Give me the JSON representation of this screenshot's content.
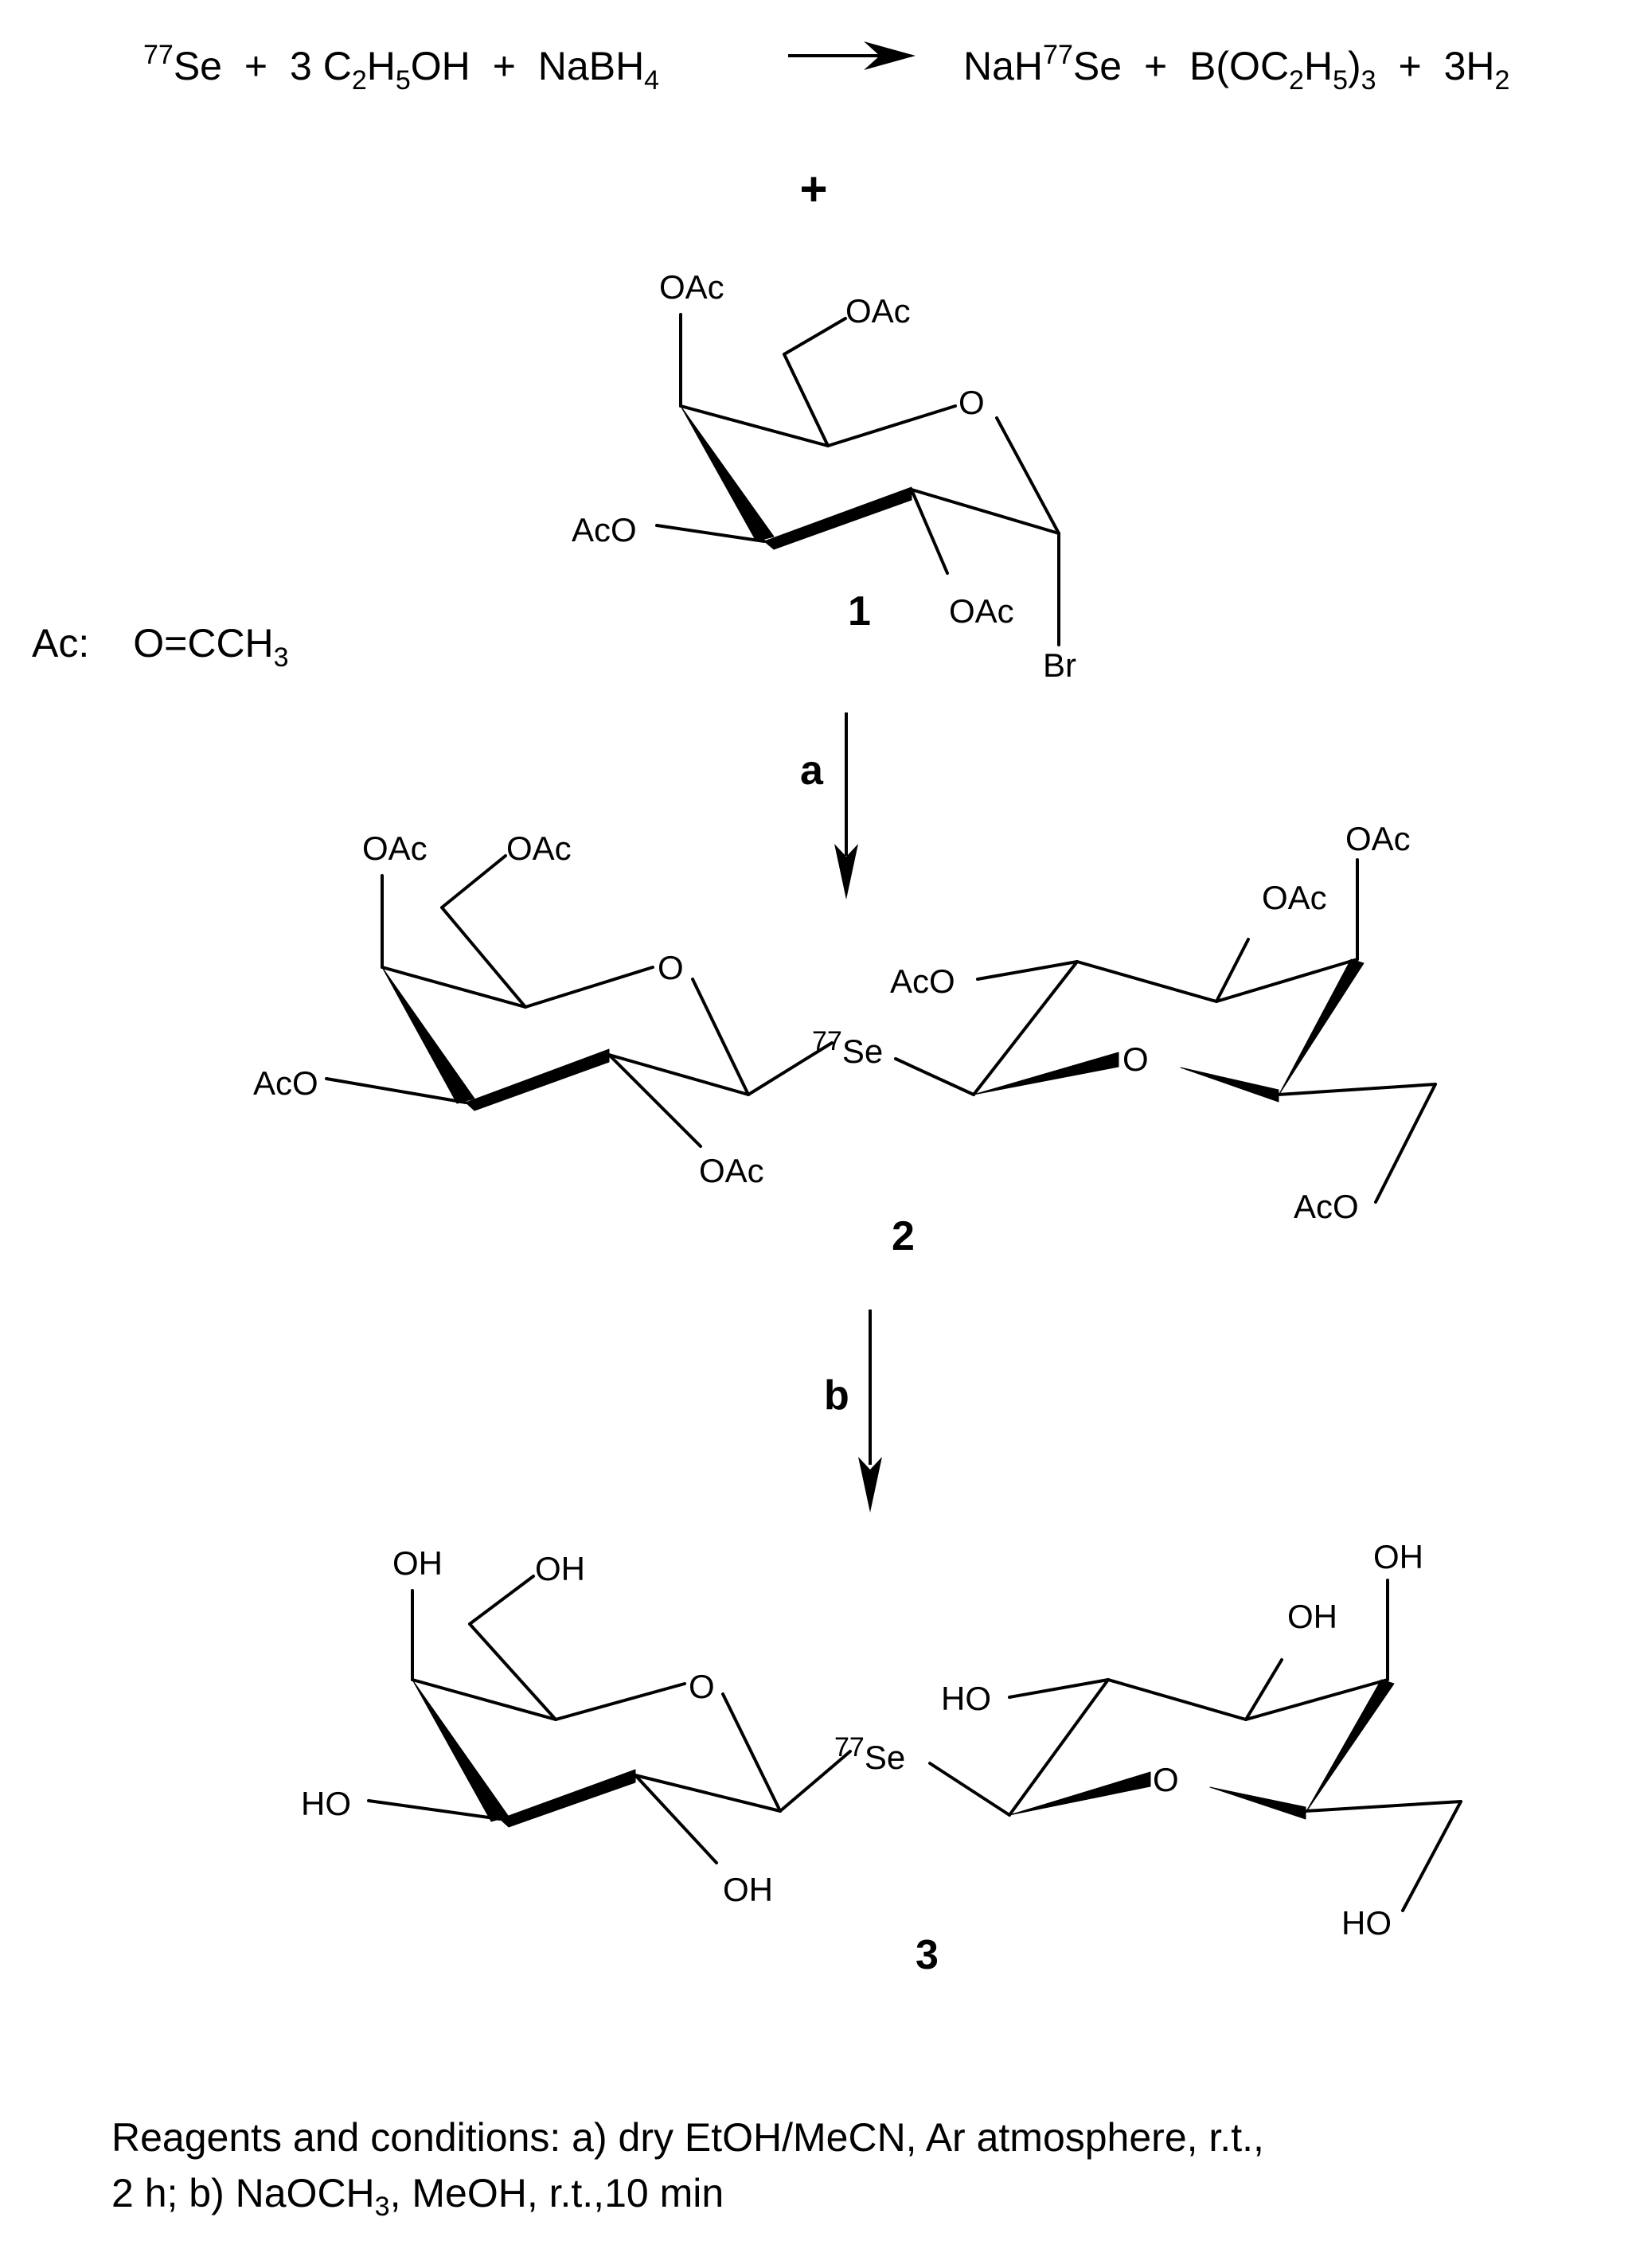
{
  "reaction_equation": {
    "isotope": "77",
    "reactant_se": "Se",
    "plus1": "+",
    "ethanol_coef": "3 C",
    "ethanol_sub1": "2",
    "ethanol_mid": "H",
    "ethanol_sub2": "5",
    "ethanol_end": "OH",
    "plus2": "+",
    "borohydride": "NaBH",
    "borohydride_sub": "4",
    "product_nah": "NaH",
    "product_se": "Se",
    "plus3": "+",
    "borate_start": "B(OC",
    "borate_sub1": "2",
    "borate_mid": "H",
    "borate_sub2": "5",
    "borate_close": ")",
    "borate_sub3": "3",
    "plus4": "+",
    "hydrogen": "3H",
    "hydrogen_sub": "2"
  },
  "plus_sign": "+",
  "ac_definition": {
    "label": "Ac:",
    "formula": "O=CCH",
    "formula_sub": "3"
  },
  "compound_1": {
    "number": "1",
    "substituents": [
      "OAc",
      "OAc",
      "O",
      "AcO",
      "OAc",
      "Br"
    ]
  },
  "step_a": "a",
  "compound_2": {
    "number": "2",
    "left_ring": [
      "OAc",
      "OAc",
      "O",
      "AcO",
      "OAc"
    ],
    "linker_isotope": "77",
    "linker": "Se",
    "right_ring": [
      "OAc",
      "OAc",
      "AcO",
      "O",
      "AcO"
    ]
  },
  "step_b": "b",
  "compound_3": {
    "number": "3",
    "left_ring": [
      "OH",
      "OH",
      "O",
      "HO",
      "OH"
    ],
    "linker_isotope": "77",
    "linker": "Se",
    "right_ring": [
      "OH",
      "OH",
      "HO",
      "O",
      "HO"
    ]
  },
  "conditions": {
    "line1": "Reagents and conditions: a)  dry EtOH/MeCN, Ar atmosphere, r.t.,",
    "line2_start": "2 h; b) NaOCH",
    "line2_sub": "3",
    "line2_end": ", MeOH, r.t.,10 min"
  }
}
